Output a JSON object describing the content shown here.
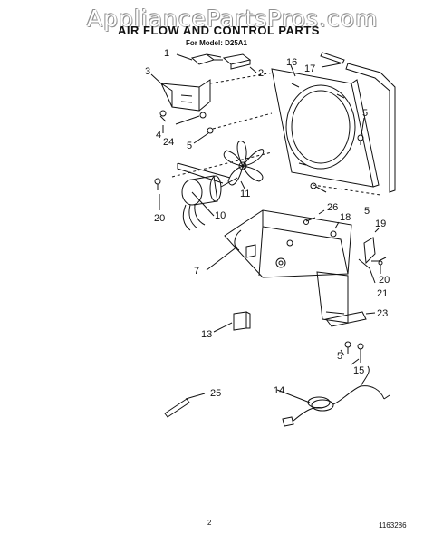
{
  "watermark": "AppliancePartsPros.com",
  "title": "AIR FLOW AND CONTROL PARTS",
  "subtitle": "For Model: D25A1",
  "page_number": "2",
  "document_number": "1163286",
  "callouts": [
    {
      "id": "c1",
      "label": "1"
    },
    {
      "id": "c2",
      "label": "2"
    },
    {
      "id": "c3",
      "label": "3"
    },
    {
      "id": "c4",
      "label": "4"
    },
    {
      "id": "c24",
      "label": "24"
    },
    {
      "id": "c5a",
      "label": "5"
    },
    {
      "id": "c16",
      "label": "16"
    },
    {
      "id": "c17",
      "label": "17"
    },
    {
      "id": "c5b",
      "label": "5"
    },
    {
      "id": "c5c",
      "label": "5"
    },
    {
      "id": "c11",
      "label": "11"
    },
    {
      "id": "c20a",
      "label": "20"
    },
    {
      "id": "c10",
      "label": "10"
    },
    {
      "id": "c26",
      "label": "26"
    },
    {
      "id": "c18",
      "label": "18"
    },
    {
      "id": "c19",
      "label": "19"
    },
    {
      "id": "c7",
      "label": "7"
    },
    {
      "id": "c20b",
      "label": "20"
    },
    {
      "id": "c21",
      "label": "21"
    },
    {
      "id": "c23",
      "label": "23"
    },
    {
      "id": "c13",
      "label": "13"
    },
    {
      "id": "c5d",
      "label": "5"
    },
    {
      "id": "c15",
      "label": "15"
    },
    {
      "id": "c25",
      "label": "25"
    },
    {
      "id": "c14",
      "label": "14"
    }
  ]
}
